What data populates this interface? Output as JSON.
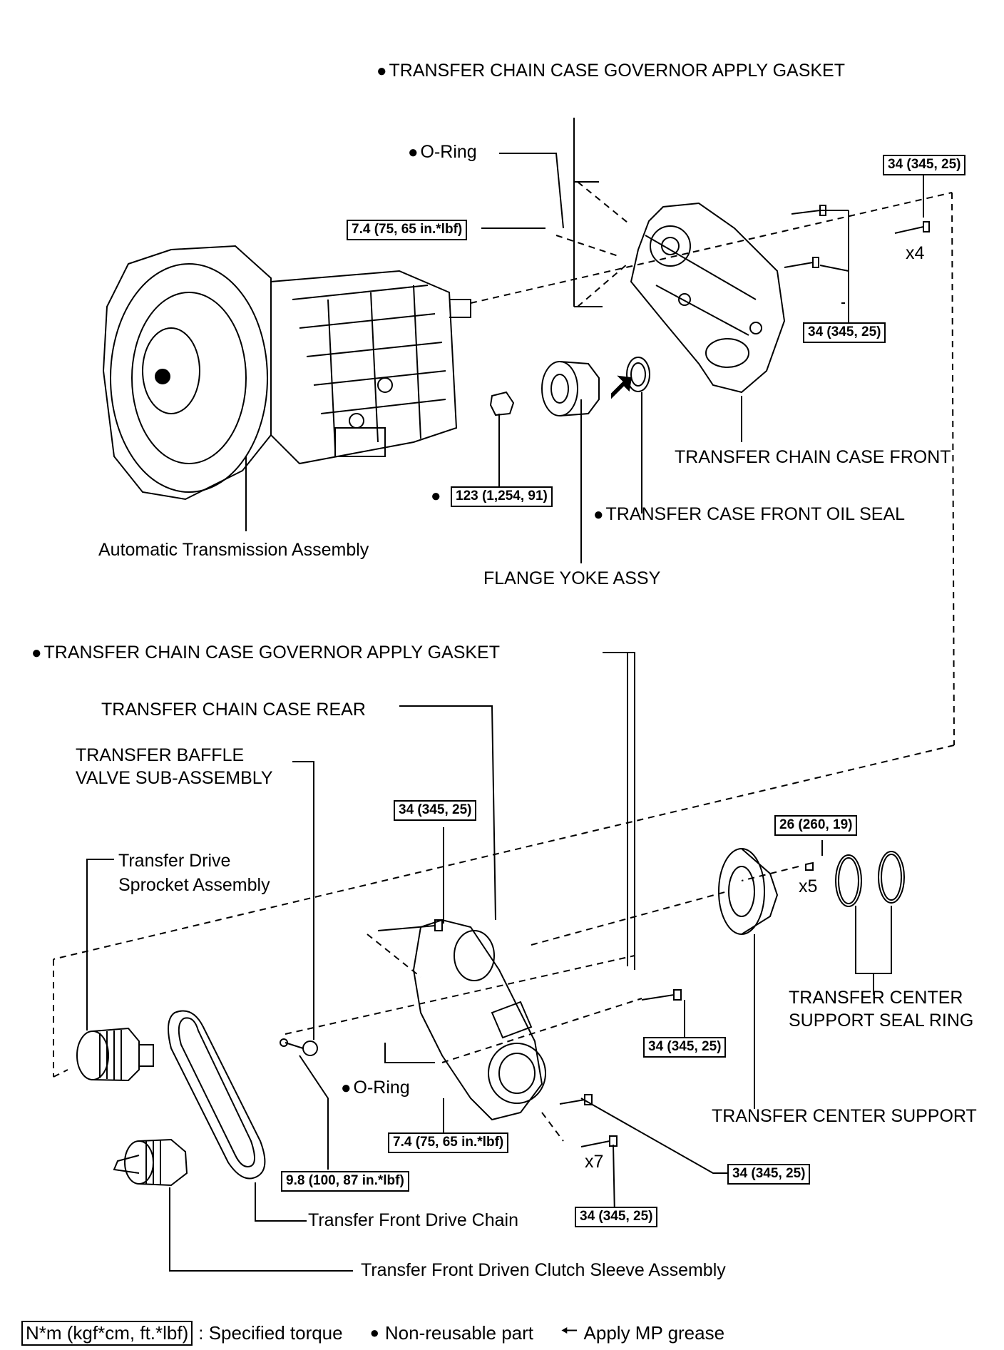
{
  "labels": {
    "gasket_top": "TRANSFER CHAIN CASE GOVERNOR APPLY GASKET",
    "oring_top": "O-Ring",
    "x4": "x4",
    "case_front": "TRANSFER CHAIN CASE FRONT",
    "oil_seal": "TRANSFER CASE FRONT OIL SEAL",
    "at_assembly": "Automatic Transmission Assembly",
    "flange_yoke": "FLANGE YOKE ASSY",
    "gasket_bottom": "TRANSFER CHAIN CASE GOVERNOR APPLY GASKET",
    "case_rear": "TRANSFER CHAIN CASE REAR",
    "baffle_1": "TRANSFER BAFFLE",
    "baffle_2": "VALVE SUB-ASSEMBLY",
    "drive_sprocket_1": "Transfer Drive",
    "drive_sprocket_2": "Sprocket Assembly",
    "x5": "x5",
    "seal_ring_1": "TRANSFER CENTER",
    "seal_ring_2": "SUPPORT SEAL RING",
    "center_support": "TRANSFER CENTER SUPPORT",
    "oring_bottom": "O-Ring",
    "x7": "x7",
    "drive_chain": "Transfer Front Drive Chain",
    "clutch_sleeve": "Transfer Front Driven Clutch Sleeve Assembly"
  },
  "torques": {
    "t_34_top": "34 (345, 25)",
    "t_74_top": "7.4 (75, 65 in.*lbf)",
    "t_34_right": "34 (345, 25)",
    "t_123": "123 (1,254, 91)",
    "t_34_rear": "34 (345, 25)",
    "t_26": "26 (260, 19)",
    "t_34_mid": "34 (345, 25)",
    "t_74_bottom": "7.4 (75, 65 in.*lbf)",
    "t_98": "9.8 (100, 87 in.*lbf)",
    "t_34_br": "34 (345, 25)",
    "t_34_bottom": "34 (345, 25)"
  },
  "legend": {
    "unit_box": "N*m (kgf*cm, ft.*lbf)",
    "torque_text": ": Specified torque",
    "nonreusable_text": "Non-reusable part",
    "grease_text": "Apply MP grease"
  }
}
